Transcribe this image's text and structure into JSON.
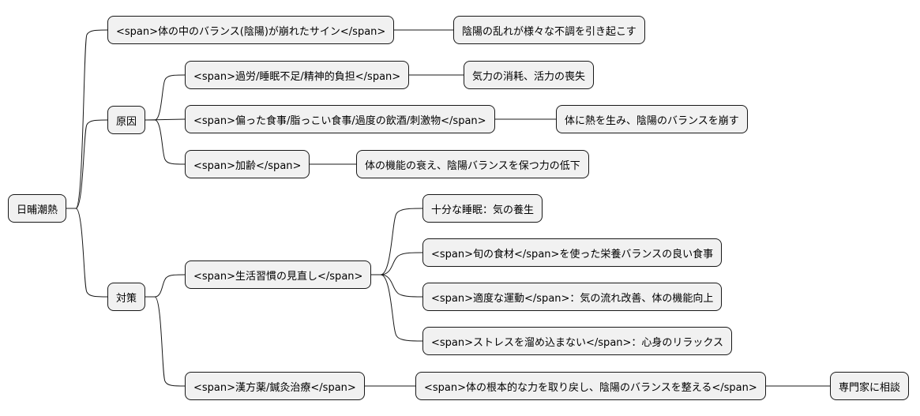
{
  "mindmap": {
    "root": "日晡潮熱",
    "nodes": {
      "sign": "<span>体の中のバランス(陰陽)が崩れたサイン</span>",
      "sign_detail": "陰陽の乱れが様々な不調を引き起こす",
      "cause": "原因",
      "cause_overwork": "<span>過労/睡眠不足/精神的負担</span>",
      "cause_overwork_detail": "気力の消耗、活力の喪失",
      "cause_diet": "<span>偏った食事/脂っこい食事/過度の飲酒/刺激物</span>",
      "cause_diet_detail": "体に熱を生み、陰陽のバランスを崩す",
      "cause_aging": "<span>加齢</span>",
      "cause_aging_detail": "体の機能の衰え、陰陽バランスを保つ力の低下",
      "measure": "対策",
      "lifestyle": "<span>生活習慣の見直し</span>",
      "lifestyle_sleep": "十分な睡眠：気の養生",
      "lifestyle_food": "<span>旬の食材</span>を使った栄養バランスの良い食事",
      "lifestyle_exercise": "<span>適度な運動</span>：気の流れ改善、体の機能向上",
      "lifestyle_stress": "<span>ストレスを溜め込まない</span>：心身のリラックス",
      "kampo": "<span>漢方薬/鍼灸治療</span>",
      "kampo_detail": "<span>体の根本的な力を取り戻し、陰陽のバランスを整える</span>",
      "kampo_consult": "専門家に相談"
    }
  }
}
